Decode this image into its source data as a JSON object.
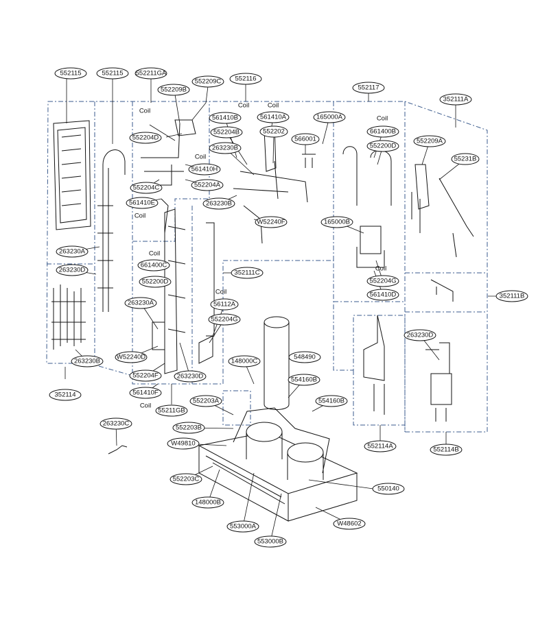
{
  "diagram": {
    "callouts": [
      "552115",
      "552115",
      "552211GA",
      "552209B",
      "552209C",
      "552116",
      "552117",
      "352111A",
      "561410B",
      "561410A",
      "165000A",
      "661400B",
      "552204B",
      "552202",
      "566001",
      "552200D",
      "552204D",
      "263230B",
      "552209A",
      "55231B",
      "561410H",
      "552204A",
      "552204C",
      "263230B",
      "561410E",
      "W52240F",
      "165000B",
      "263230A",
      "263230D",
      "661400C",
      "552200D",
      "352111C",
      "552204G",
      "561410D",
      "263230A",
      "56112A",
      "552204G",
      "352111B",
      "263230D",
      "148000C",
      "548490",
      "W52240D",
      "263230B",
      "552204F",
      "263230D",
      "554160B",
      "561410F",
      "55211GB",
      "552203A",
      "554160B",
      "263230C",
      "552203B",
      "W49810",
      "352114",
      "552114A",
      "552114B",
      "552203C",
      "550140",
      "148000B",
      "W48602",
      "553000A",
      "553000B"
    ],
    "coil_label": "Coil"
  }
}
